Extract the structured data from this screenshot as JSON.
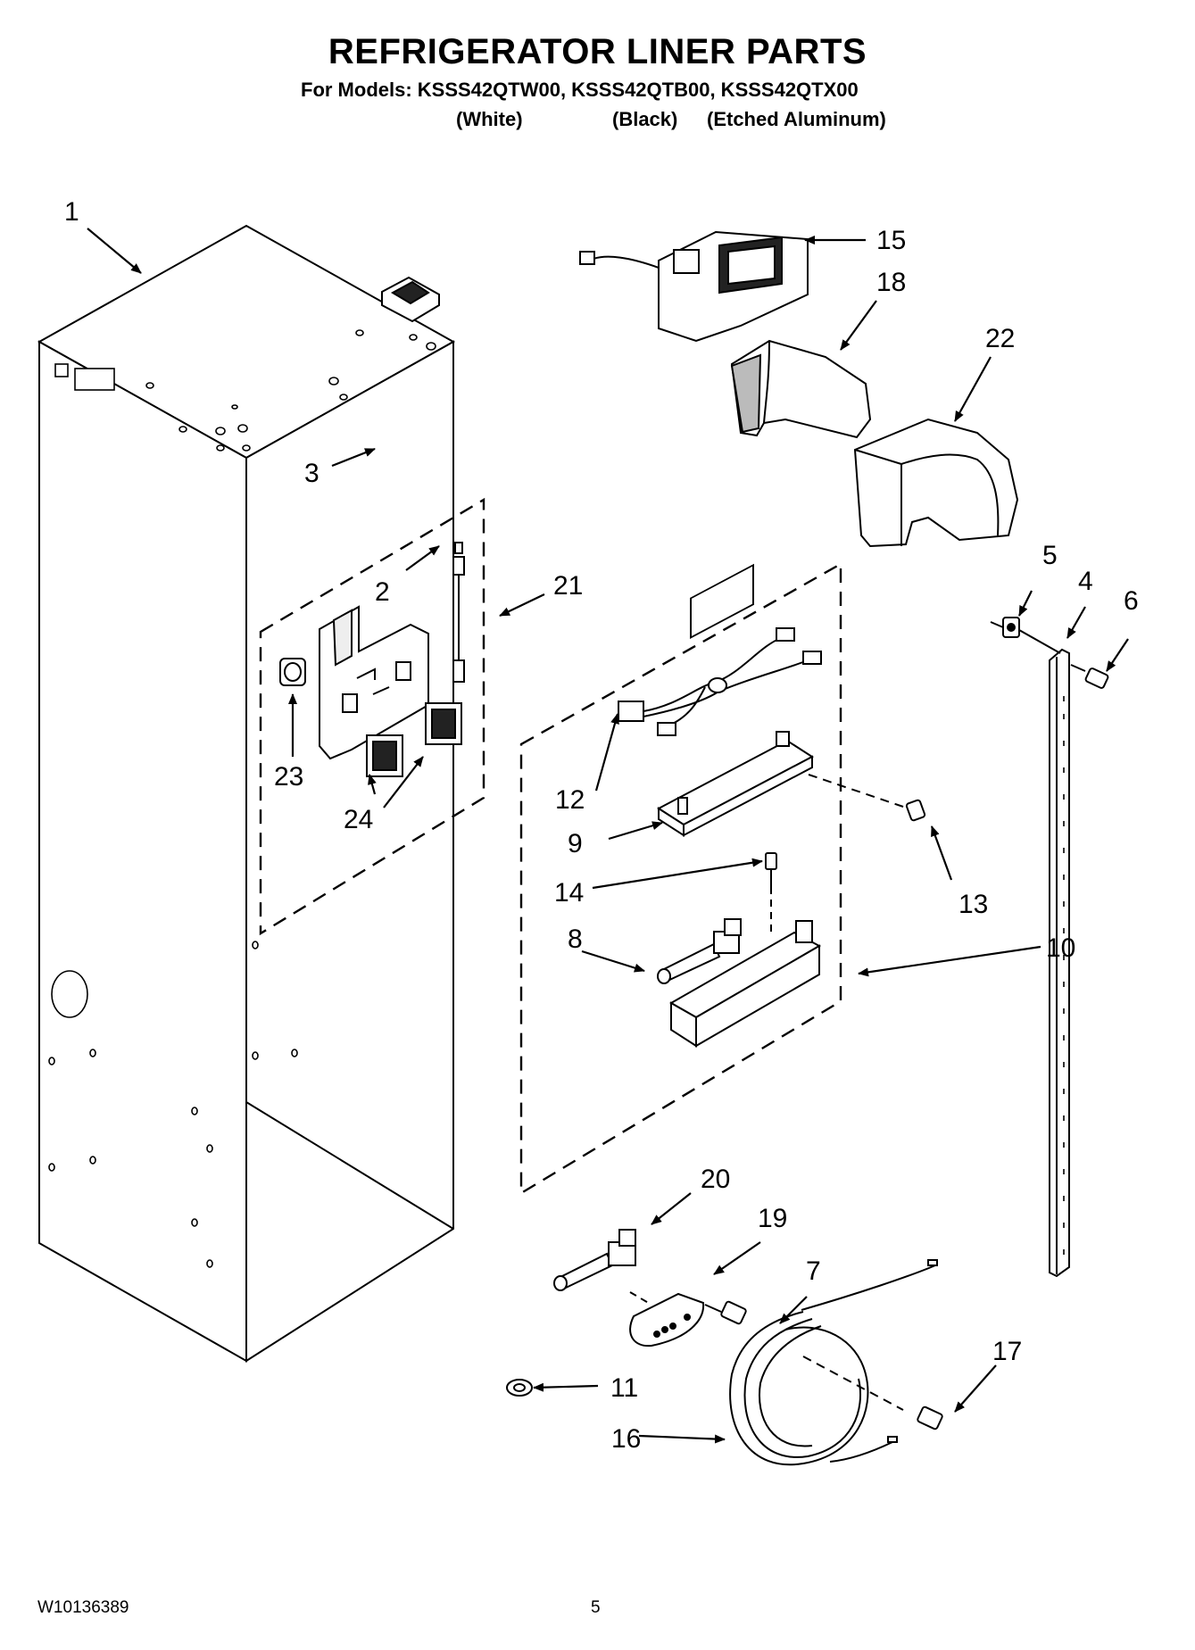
{
  "header": {
    "title": "REFRIGERATOR LINER PARTS",
    "models_line": "For Models: KSSS42QTW00, KSSS42QTB00, KSSS42QTX00",
    "variants": [
      "(White)",
      "(Black)",
      "(Etched Aluminum)"
    ]
  },
  "callouts": [
    "1",
    "2",
    "3",
    "4",
    "5",
    "6",
    "7",
    "8",
    "9",
    "10",
    "11",
    "12",
    "13",
    "14",
    "15",
    "16",
    "17",
    "18",
    "19",
    "20",
    "21",
    "22",
    "23",
    "24"
  ],
  "footer": {
    "doc_number": "W10136389",
    "page_number": "5"
  }
}
